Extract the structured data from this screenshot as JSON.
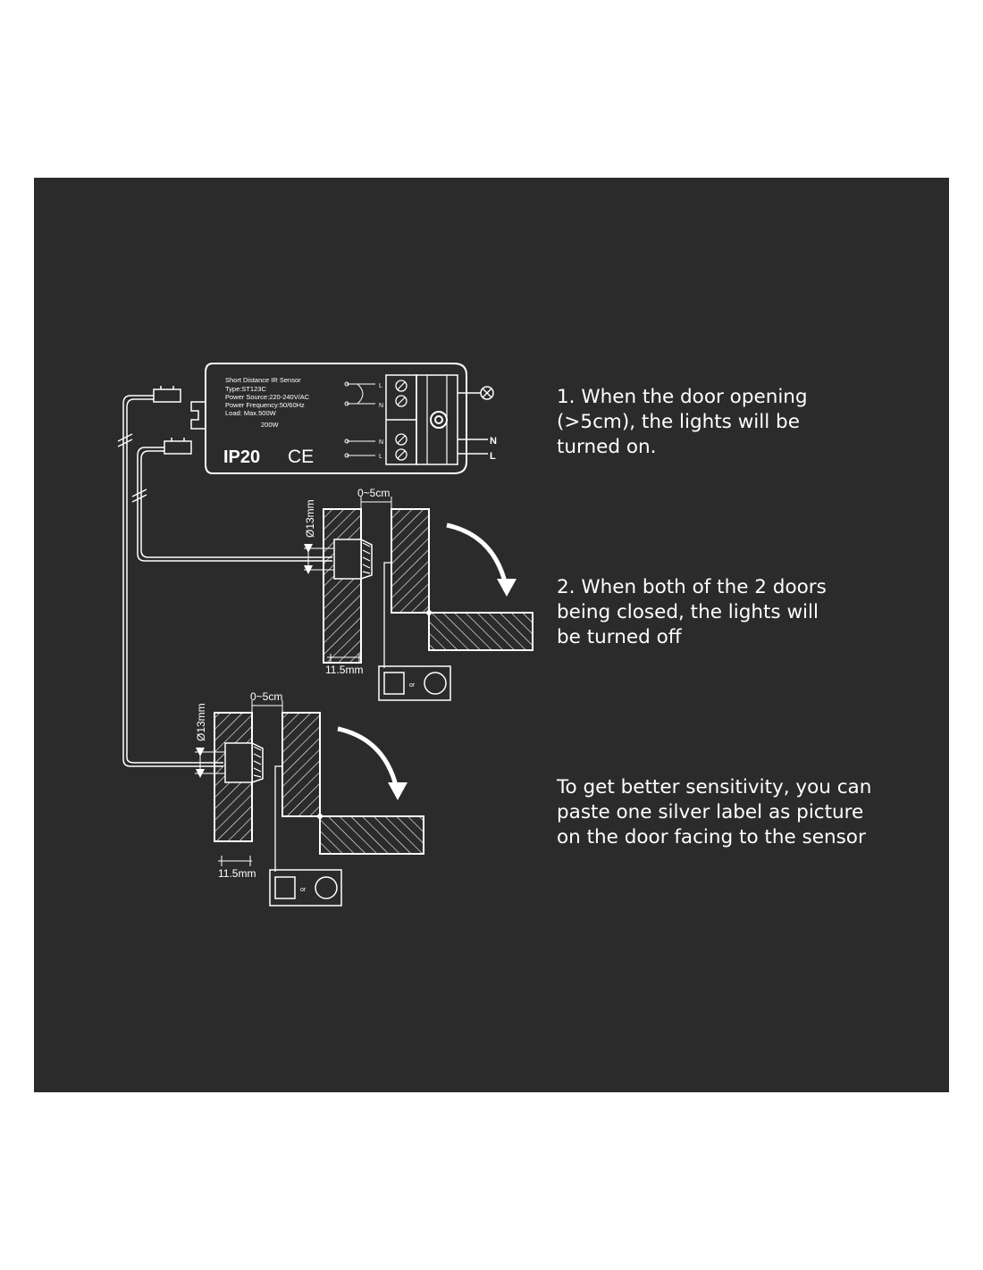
{
  "device": {
    "label_lines": [
      "Short Distance IR Sensor",
      "Type:ST123C",
      "Power Source:220-240V/AC",
      "Power Frequency:50/60Hz",
      "Load: Max.500W",
      "200W"
    ],
    "ip_rating": "IP20",
    "ce_mark": "CE",
    "terminal_top": [
      "L",
      "N"
    ],
    "terminal_bottom": [
      "N",
      "L"
    ],
    "mains": [
      "N",
      "L"
    ]
  },
  "diagram1": {
    "gap_label": "0~5cm",
    "diameter_label": "Ø13mm",
    "depth_label": "11.5mm",
    "label_choice": "or"
  },
  "diagram2": {
    "gap_label": "0~5cm",
    "diameter_label": "Ø13mm",
    "depth_label": "11.5mm",
    "label_choice": "or"
  },
  "notes": [
    "1. When the door opening\n(>5cm), the lights will be\nturned on.",
    "2. When both of the 2 doors\nbeing closed, the lights will\nbe turned off",
    "To get better sensitivity, you can\npaste one silver label as picture\non the door facing to the sensor"
  ],
  "colors": {
    "panel": "#2b2b2b",
    "ink": "#ffffff",
    "page": "#ffffff"
  }
}
